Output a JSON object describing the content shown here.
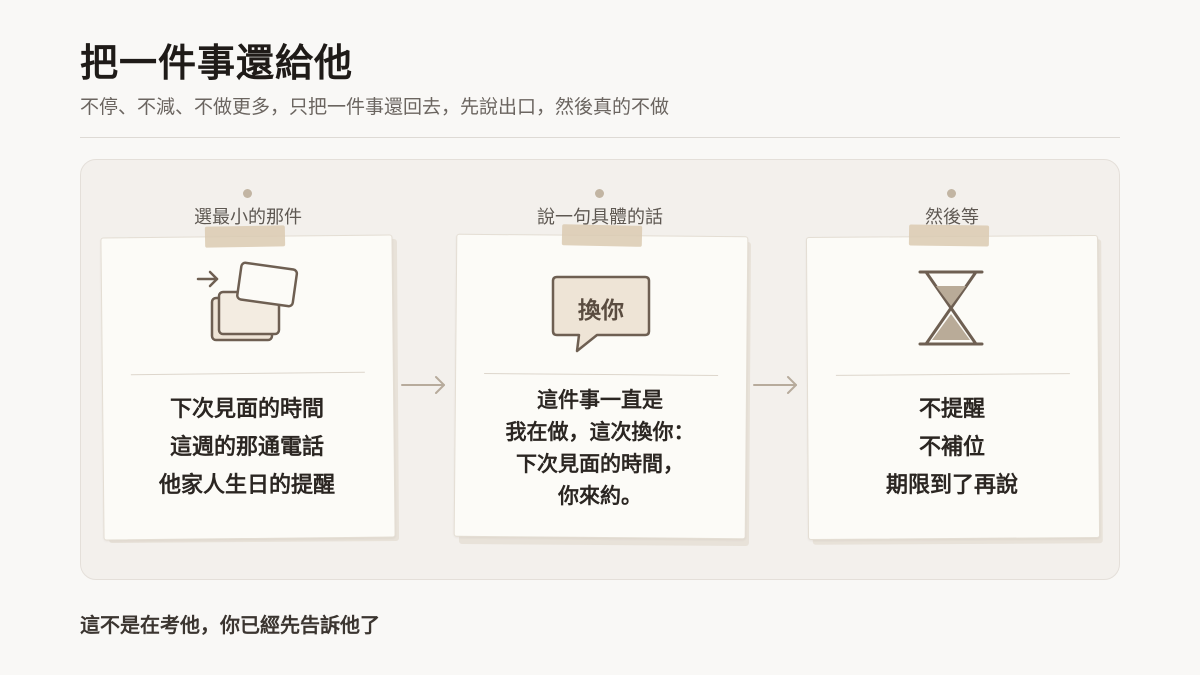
{
  "header": {
    "title": "把一件事還給他",
    "subtitle": "不停、不減、不做更多，只把一件事還回去，先說出口，然後真的不做"
  },
  "steps": [
    {
      "label": "選最小的那件",
      "icon": "stacked-cards-arrow-icon",
      "lines": [
        "下次見面的時間",
        "這週的那通電話",
        "他家人生日的提醒"
      ]
    },
    {
      "label": "說一句具體的話",
      "icon": "speech-bubble-icon",
      "bubble_text": "換你",
      "lines": [
        "這件事一直是",
        "我在做，這次換你：",
        "下次見面的時間，",
        "你來約。"
      ]
    },
    {
      "label": "然後等",
      "icon": "hourglass-icon",
      "lines": [
        "不提醒",
        "不補位",
        "期限到了再說"
      ]
    }
  ],
  "footer": {
    "note": "這不是在考他，你已經先告訴他了"
  },
  "colors": {
    "background": "#f9f8f6",
    "panel": "#f3f0ec",
    "card": "#fcfbf7",
    "tape": "#dacab2",
    "icon_stroke": "#6e5f52",
    "icon_fill": "#eee4d6"
  }
}
